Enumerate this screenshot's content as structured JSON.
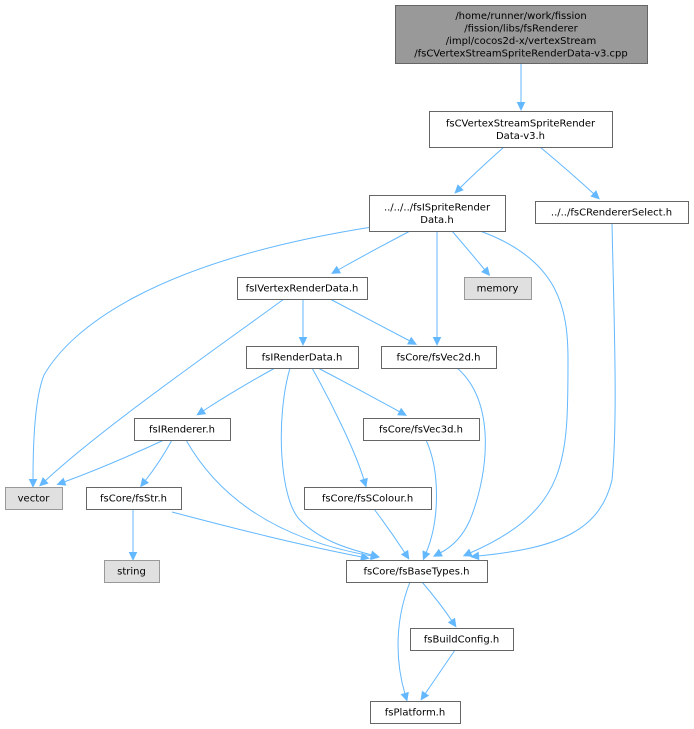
{
  "diagram": {
    "type": "include-dependency-graph",
    "colors": {
      "edge": "#63b8ff",
      "root_fill": "#999999",
      "root_border": "#666666",
      "file_fill": "#ffffff",
      "file_border": "#666666",
      "external_fill": "#e0e0e0",
      "external_border": "#999999"
    },
    "nodes": [
      {
        "id": "root",
        "kind": "root",
        "lines": [
          "/home/runner/work/fission",
          "/fission/libs/fsRenderer",
          "/impl/cocos2d-x/vertexStream",
          "/fsCVertexStreamSpriteRenderData-v3.cpp"
        ]
      },
      {
        "id": "v3h",
        "kind": "file",
        "lines": [
          "fsCVertexStreamSpriteRender",
          "Data-v3.h"
        ]
      },
      {
        "id": "isprite",
        "kind": "file",
        "lines": [
          "../../../fsISpriteRender",
          "Data.h"
        ]
      },
      {
        "id": "rselect",
        "kind": "file",
        "lines": [
          "../../fsCRendererSelect.h"
        ]
      },
      {
        "id": "ivertex",
        "kind": "file",
        "lines": [
          "fsIVertexRenderData.h"
        ]
      },
      {
        "id": "memory",
        "kind": "external",
        "lines": [
          "memory"
        ]
      },
      {
        "id": "irender",
        "kind": "file",
        "lines": [
          "fsIRenderData.h"
        ]
      },
      {
        "id": "vec2d",
        "kind": "file",
        "lines": [
          "fsCore/fsVec2d.h"
        ]
      },
      {
        "id": "irenderer",
        "kind": "file",
        "lines": [
          "fsIRenderer.h"
        ]
      },
      {
        "id": "vec3d",
        "kind": "file",
        "lines": [
          "fsCore/fsVec3d.h"
        ]
      },
      {
        "id": "vector",
        "kind": "external",
        "lines": [
          "vector"
        ]
      },
      {
        "id": "fsstr",
        "kind": "file",
        "lines": [
          "fsCore/fsStr.h"
        ]
      },
      {
        "id": "scolour",
        "kind": "file",
        "lines": [
          "fsCore/fsSColour.h"
        ]
      },
      {
        "id": "string",
        "kind": "external",
        "lines": [
          "string"
        ]
      },
      {
        "id": "basetypes",
        "kind": "file",
        "lines": [
          "fsCore/fsBaseTypes.h"
        ]
      },
      {
        "id": "buildconfig",
        "kind": "file",
        "lines": [
          "fsBuildConfig.h"
        ]
      },
      {
        "id": "platform",
        "kind": "file",
        "lines": [
          "fsPlatform.h"
        ]
      }
    ],
    "edges": [
      {
        "from": "root",
        "to": "v3h"
      },
      {
        "from": "v3h",
        "to": "isprite"
      },
      {
        "from": "v3h",
        "to": "rselect"
      },
      {
        "from": "isprite",
        "to": "ivertex"
      },
      {
        "from": "isprite",
        "to": "vec2d"
      },
      {
        "from": "isprite",
        "to": "memory"
      },
      {
        "from": "isprite",
        "to": "vector"
      },
      {
        "from": "isprite",
        "to": "basetypes"
      },
      {
        "from": "rselect",
        "to": "basetypes"
      },
      {
        "from": "ivertex",
        "to": "irender"
      },
      {
        "from": "ivertex",
        "to": "vec2d"
      },
      {
        "from": "ivertex",
        "to": "vector"
      },
      {
        "from": "irender",
        "to": "irenderer"
      },
      {
        "from": "irender",
        "to": "vec3d"
      },
      {
        "from": "irender",
        "to": "scolour"
      },
      {
        "from": "irender",
        "to": "basetypes"
      },
      {
        "from": "vec2d",
        "to": "basetypes"
      },
      {
        "from": "irenderer",
        "to": "vector"
      },
      {
        "from": "irenderer",
        "to": "fsstr"
      },
      {
        "from": "irenderer",
        "to": "basetypes"
      },
      {
        "from": "vec3d",
        "to": "basetypes"
      },
      {
        "from": "fsstr",
        "to": "string"
      },
      {
        "from": "fsstr",
        "to": "basetypes"
      },
      {
        "from": "scolour",
        "to": "basetypes"
      },
      {
        "from": "basetypes",
        "to": "buildconfig"
      },
      {
        "from": "basetypes",
        "to": "platform"
      },
      {
        "from": "buildconfig",
        "to": "platform"
      }
    ]
  }
}
